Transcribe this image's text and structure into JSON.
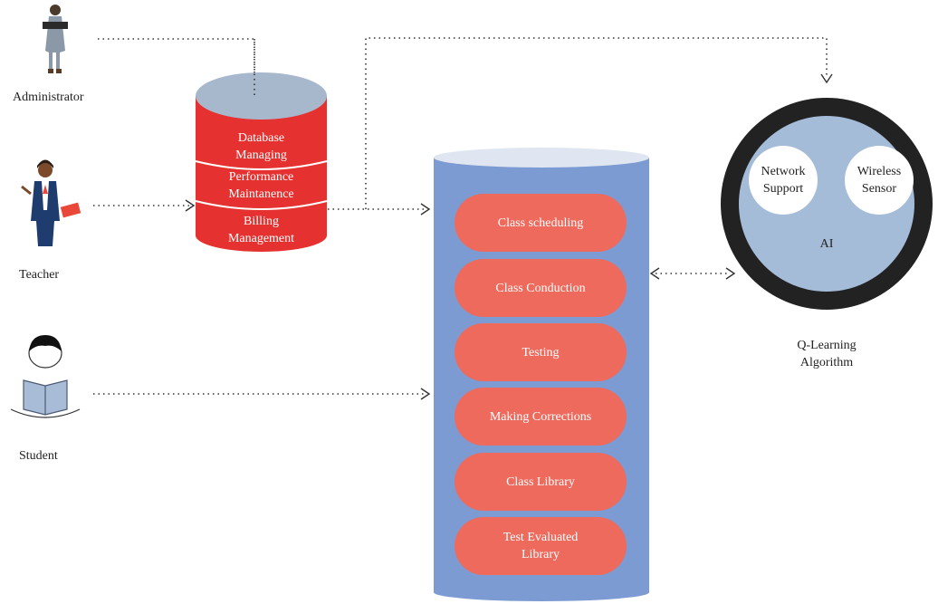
{
  "actors": {
    "administrator": "Administrator",
    "teacher": "Teacher",
    "student": "Student"
  },
  "database": {
    "items": [
      "Database\nManaging",
      "Performance\nMaintanence",
      "Billing\nManagement"
    ]
  },
  "main_store": {
    "items": [
      "Class scheduling",
      "Class Conduction",
      "Testing",
      "Making Corrections",
      "Class Library",
      "Test Evaluated\nLibrary"
    ]
  },
  "ai": {
    "center_label": "AI",
    "nodes": [
      "Network\nSupport",
      "Wireless\nSensor"
    ],
    "caption": "Q-Learning\nAlgorithm"
  },
  "colors": {
    "db_red": "#e5312f",
    "db_top": "#a7b8cc",
    "store_blue": "#7b9bd2",
    "store_top": "#dfe6f1",
    "pill": "#ee6a5c",
    "ai_ring": "#222222",
    "ai_fill": "#a5bcd8"
  }
}
